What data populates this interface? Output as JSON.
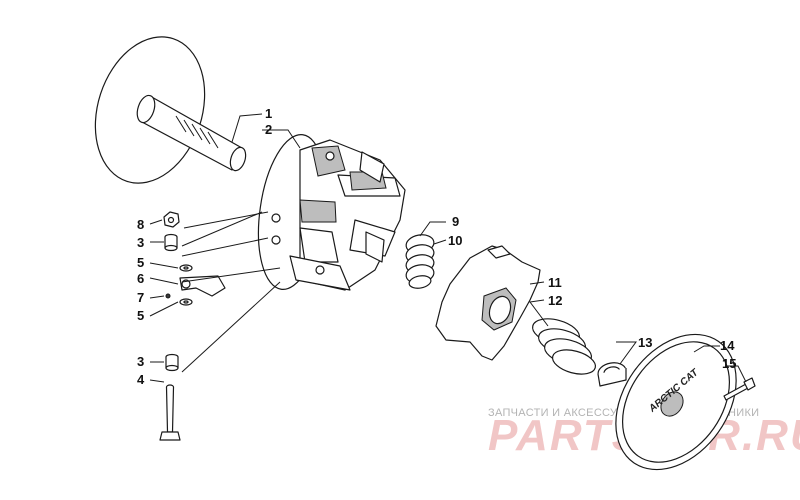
{
  "callouts": {
    "c1": "1",
    "c2": "2",
    "c3a": "3",
    "c3b": "3",
    "c4": "4",
    "c5a": "5",
    "c5b": "5",
    "c6": "6",
    "c7": "7",
    "c8": "8",
    "c9": "9",
    "c10": "10",
    "c11": "11",
    "c12": "12",
    "c13": "13",
    "c14": "14",
    "c15": "15"
  },
  "cover_text": {
    "line1": "ARCTIC CAT",
    "line2": ""
  },
  "watermark": {
    "top": "ЗАПЧАСТИ И АКСЕССУАРЫ ДЛЯ МОТОТЕХНИКИ",
    "brand": "PARTSFOR.RU",
    "color": "#f1c6c6"
  }
}
